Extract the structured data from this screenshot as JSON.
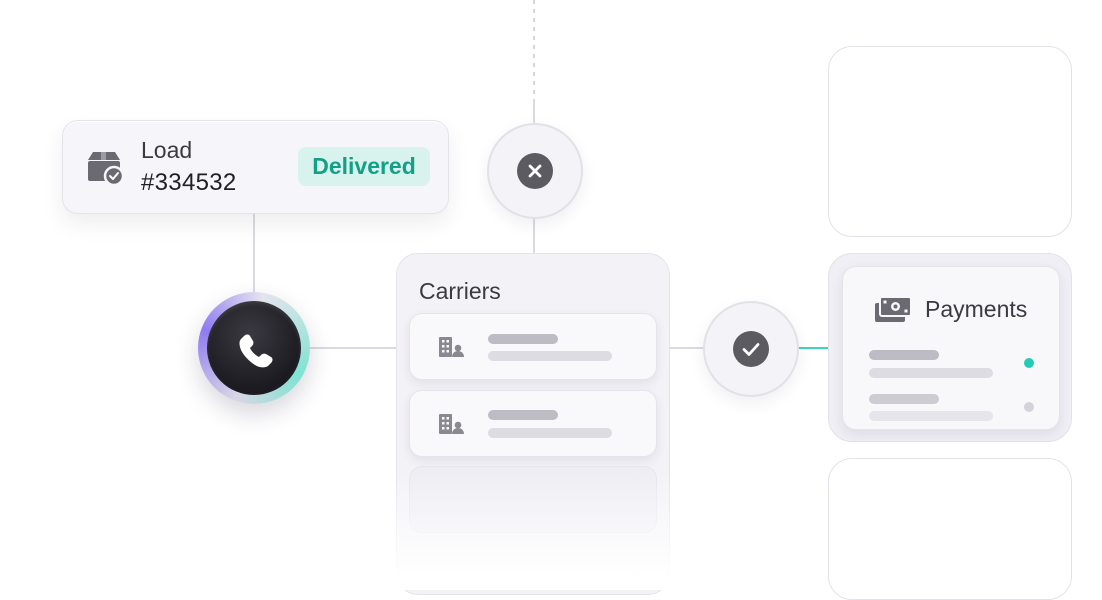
{
  "load_card": {
    "label": "Load",
    "number": "#334532",
    "status": "Delivered",
    "status_color": "#12a088"
  },
  "carriers": {
    "title": "Carriers",
    "rows": [
      "carrier-1",
      "carrier-2"
    ]
  },
  "payments": {
    "title": "Payments",
    "active_color": "#22ccb5",
    "inactive_color": "#d4d3da"
  },
  "icons": {
    "load": "package-check-icon",
    "cancel": "close-icon",
    "confirm": "check-icon",
    "call": "phone-icon",
    "carrier": "building-user-icon",
    "payments": "money-icon"
  }
}
